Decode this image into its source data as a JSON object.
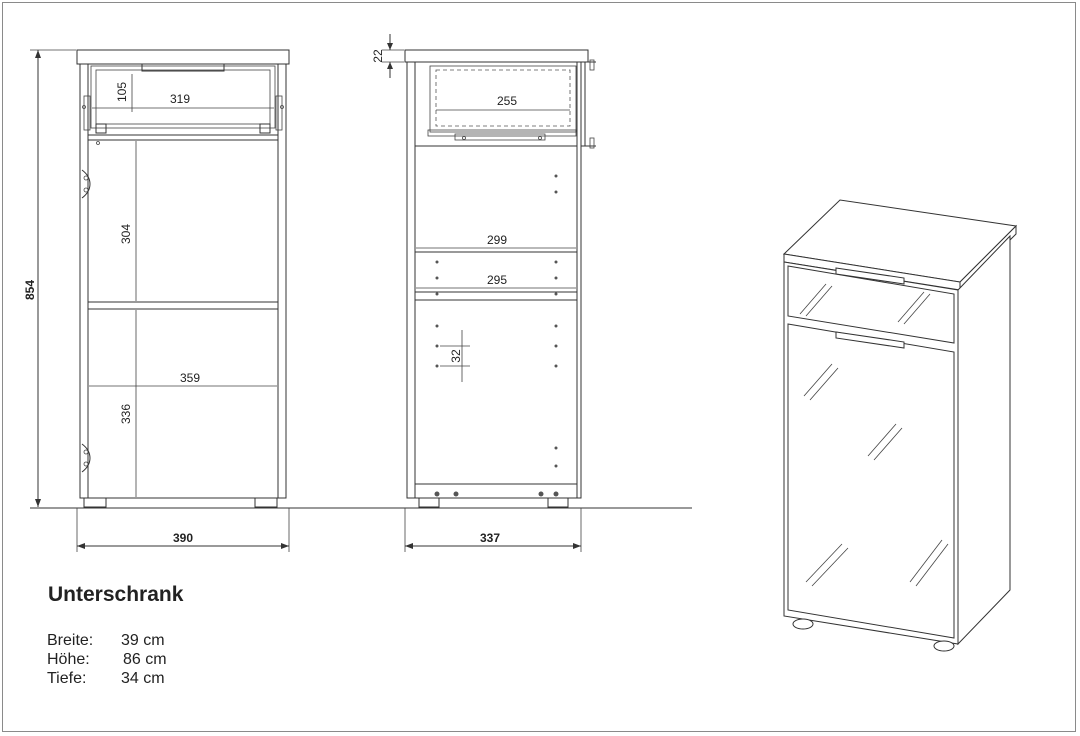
{
  "title": "Unterschrank",
  "specs": [
    {
      "label": "Breite:",
      "value": "39 cm"
    },
    {
      "label": "Höhe:",
      "value": "86 cm"
    },
    {
      "label": "Tiefe:",
      "value": "34 cm"
    }
  ],
  "dimensions": {
    "front_height": "854",
    "drawer_height": "105",
    "drawer_inner_width": "319",
    "upper_compartment": "304",
    "lower_compartment": "336",
    "inner_width": "359",
    "front_width": "390",
    "top_thickness": "22",
    "drawer_depth": "255",
    "shelf_depth_1": "299",
    "shelf_depth_2": "295",
    "hole_spacing": "32",
    "side_depth": "337"
  }
}
